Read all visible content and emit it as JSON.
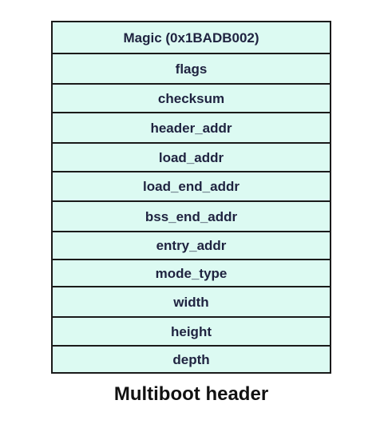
{
  "diagram": {
    "fields": [
      "Magic (0x1BADB002)",
      "flags",
      "checksum",
      "header_addr",
      "load_addr",
      "load_end_addr",
      "bss_end_addr",
      "entry_addr",
      "mode_type",
      "width",
      "height",
      "depth"
    ],
    "caption": "Multiboot header"
  },
  "colors": {
    "cell_fill": "#dcfaf2",
    "cell_border": "#1a1a1a",
    "field_text": "#1f2340",
    "caption_text": "#111111"
  }
}
